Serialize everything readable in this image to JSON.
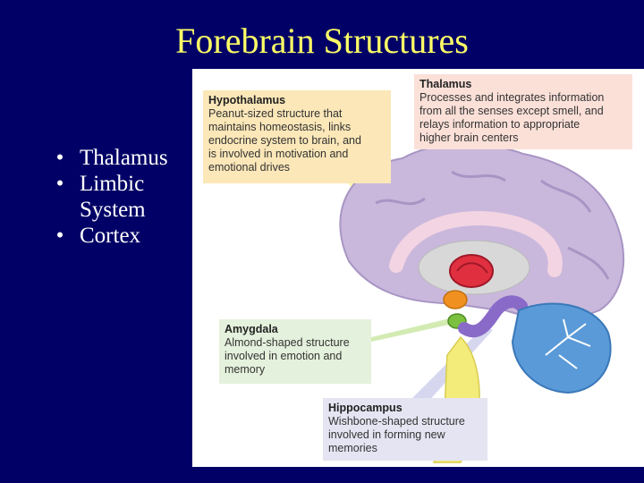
{
  "slide": {
    "title": "Forebrain Structures",
    "bullets": [
      {
        "marker": "•",
        "text": "Thalamus"
      },
      {
        "marker": "•",
        "text": "Limbic System"
      },
      {
        "marker": "•",
        "text": "Cortex"
      }
    ]
  },
  "figure": {
    "callouts": {
      "hypothalamus": {
        "heading": "Hypothalamus",
        "body": "Peanut-sized structure that\nmaintains homeostasis, links\nendocrine system to brain, and\nis involved in motivation and\nemotional drives"
      },
      "thalamus": {
        "heading": "Thalamus",
        "body": "Processes and integrates information\nfrom all the senses except smell, and\nrelays information to appropriate\nhigher brain centers"
      },
      "amygdala": {
        "heading": "Amygdala",
        "body": "Almond-shaped structure\ninvolved in emotion and\nmemory"
      },
      "hippocampus": {
        "heading": "Hippocampus",
        "body": "Wishbone-shaped structure\ninvolved in forming new\nmemories"
      }
    },
    "colors": {
      "cortex": "#c9b8dc",
      "cortex_fold": "#a895c4",
      "thalamus": "#e03040",
      "hypothalamus": "#f09020",
      "amygdala": "#7cc040",
      "hippocampus": "#8a6ac8",
      "cerebellum": "#5a9ad8",
      "brainstem": "#f4ec7a"
    }
  }
}
